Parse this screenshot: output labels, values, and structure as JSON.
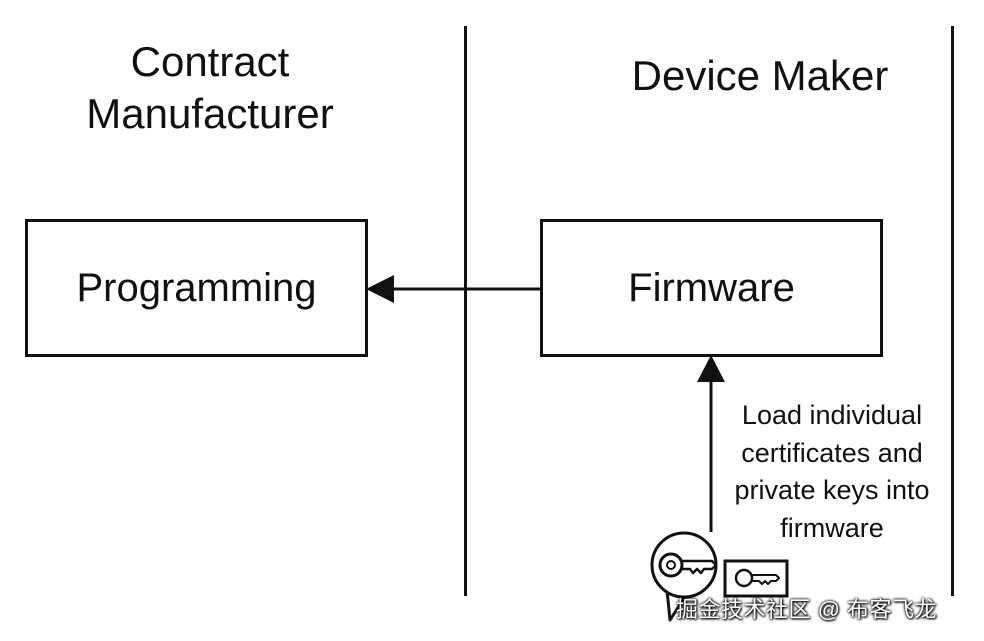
{
  "lanes": {
    "left_title_line1": "Contract",
    "left_title_line2": "Manufacturer",
    "right_title": "Device Maker"
  },
  "boxes": {
    "programming": "Programming",
    "firmware": "Firmware"
  },
  "annotation": {
    "line1": "Load individual",
    "line2": "certificates and",
    "line3": "private keys into",
    "line4": "firmware"
  },
  "icons": [
    "key-badge-icon",
    "key-certificate-icon"
  ],
  "watermark": "掘金技术社区 @ 布客飞龙"
}
